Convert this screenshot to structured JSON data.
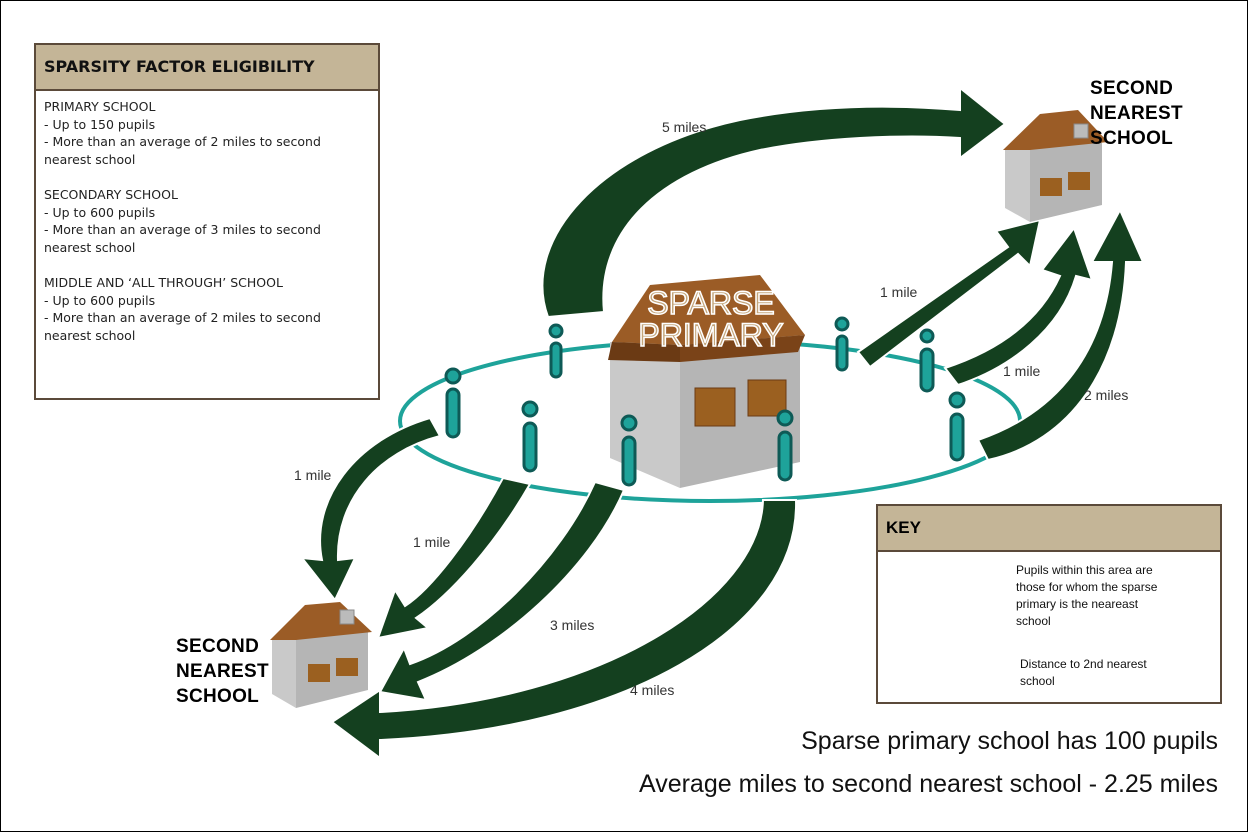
{
  "eligibility": {
    "title": "SPARSITY FACTOR ELIGIBILITY",
    "sections": [
      {
        "heading": "PRIMARY SCHOOL",
        "line1": "- Up to 150 pupils",
        "line2": "- More than an average of  2 miles to second nearest school"
      },
      {
        "heading": "SECONDARY SCHOOL",
        "line1": "- Up to 600 pupils",
        "line2": "- More than an average of  3 miles to second nearest school"
      },
      {
        "heading": "MIDDLE AND ‘ALL THROUGH’ SCHOOL",
        "line1": "- Up to 600 pupils",
        "line2": "- More than an average of  2 miles to second nearest school"
      }
    ]
  },
  "sparse_school": {
    "line1": "SPARSE",
    "line2": "PRIMARY"
  },
  "second_school_top": {
    "line1": "SECOND",
    "line2": "NEAREST",
    "line3": "SCHOOL"
  },
  "second_school_bottom": {
    "line1": "SECOND",
    "line2": "NEAREST",
    "line3": "SCHOOL"
  },
  "distances": {
    "top": "5 miles",
    "right_a": "1 mile",
    "right_b": "1 mile",
    "right_c": "2 miles",
    "left_a": "1 mile",
    "left_b": "1 mile",
    "left_c": "3 miles",
    "left_d": "4 miles"
  },
  "key": {
    "title": "KEY",
    "ellipse_l1": "Pupils within this area are",
    "ellipse_l2": "those for whom the sparse",
    "ellipse_l3": "primary is the neareast",
    "ellipse_l4": "school",
    "arrow_l1": "Distance to 2nd nearest",
    "arrow_l2": "school"
  },
  "summary": {
    "line1": "Sparse primary school has 100 pupils",
    "line2": "Average miles to second nearest school - 2.25 miles"
  },
  "colors": {
    "arrow_fill": "#14401f",
    "teal": "#1ea39a",
    "roof": "#9b5c26",
    "wall": "#b8b8b8",
    "window": "#9b6020",
    "box_header": "#c4b597",
    "box_border": "#5b4a3a"
  }
}
